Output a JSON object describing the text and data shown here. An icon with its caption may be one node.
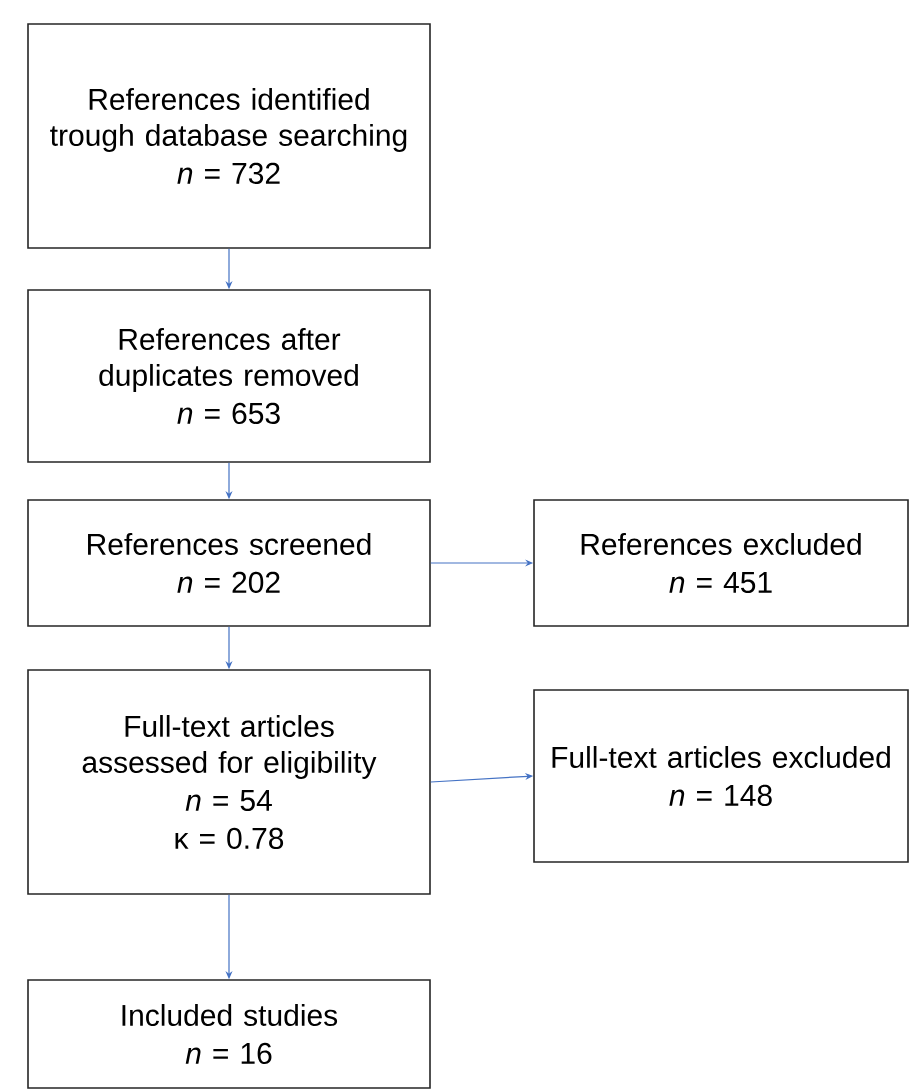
{
  "diagram": {
    "nodes": [
      {
        "text": [
          "References identified trough database searching",
          "*n* = 732"
        ]
      },
      {
        "text": [
          "References after duplicates removed",
          "*n* = 653"
        ]
      },
      {
        "text": [
          "References screened",
          "*n* = 202"
        ]
      },
      {
        "text": [
          "References excluded",
          "*n* = 451"
        ]
      },
      {
        "text": [
          "Full-text articles assessed for eligibility",
          "*n* = 54",
          "κ = 0.78"
        ]
      },
      {
        "text": [
          "Full-text articles excluded",
          "*n* = 148"
        ]
      },
      {
        "text": [
          "Included studies",
          "*n* = 16"
        ]
      }
    ],
    "edges": [
      {
        "from": 0,
        "to": 1,
        "arrow": "to"
      },
      {
        "from": 1,
        "to": 2,
        "arrow": "to"
      },
      {
        "from": 2,
        "to": 3,
        "arrow": "to"
      },
      {
        "from": 2,
        "to": 4,
        "arrow": "to"
      },
      {
        "from": 4,
        "to": 5,
        "arrow": "to"
      },
      {
        "from": 4,
        "to": 6,
        "arrow": "to"
      }
    ]
  }
}
